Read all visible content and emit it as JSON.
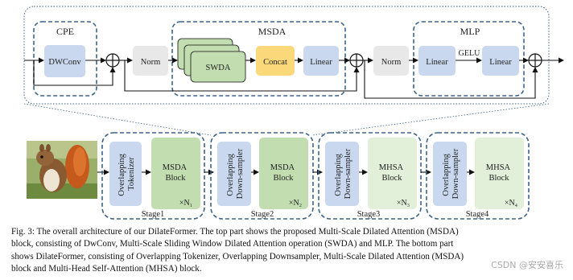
{
  "top": {
    "cpe_title": "CPE",
    "dwconv": "DWConv",
    "norm1": "Norm",
    "msda_title": "MSDA",
    "swda": "SWDA",
    "concat": "Concat",
    "linear_msda": "Linear",
    "norm2": "Norm",
    "mlp_title": "MLP",
    "linear_mlp1": "Linear",
    "gelu": "GELU",
    "linear_mlp2": "Linear"
  },
  "bottom": {
    "stage1": {
      "block_a": [
        "Overlapping",
        "Tokenizer"
      ],
      "block_b": [
        "MSDA",
        "Block"
      ],
      "repeat": "×N₁",
      "label": "Stage1"
    },
    "stage2": {
      "block_a": [
        "Overlapping",
        "Down-sampler"
      ],
      "block_b": [
        "MSDA",
        "Block"
      ],
      "repeat": "×N₂",
      "label": "Stage2"
    },
    "stage3": {
      "block_a": [
        "Overlapping",
        "Down-sampler"
      ],
      "block_b": [
        "MHSA",
        "Block"
      ],
      "repeat": "×N₃",
      "label": "Stage3"
    },
    "stage4": {
      "block_a": [
        "Overlapping",
        "Down-sampler"
      ],
      "block_b": [
        "MHSA",
        "Block"
      ],
      "repeat": "×N₄",
      "label": "Stage4"
    }
  },
  "image_alt": "squirrel-photo",
  "caption": {
    "line1": "Fig. 3: The overall architecture of our DilateFormer. The top part shows the proposed Multi-Scale Dilated Attention (MSDA)",
    "line2": "block, consisting of DwConv, Multi-Scale Sliding Window Dilated Attention operation (SWDA) and MLP. The bottom part",
    "line3": "shows DilateFormer, consisting of Overlapping Tokenizer, Overlapping Downsampler, Multi-Scale Dilated Attention (MSDA)",
    "line4": "block and Multi-Head Self-Attention (MHSA) block."
  },
  "watermark": "CSDN @安安喜乐",
  "colors": {
    "blue_box": "#c9d8ef",
    "green_box": "#c2ddb0",
    "green_light": "#e2efd9",
    "gray_box": "#e8e8e8",
    "yellow_box": "#fbd97b",
    "dash_border": "#3d6388"
  }
}
